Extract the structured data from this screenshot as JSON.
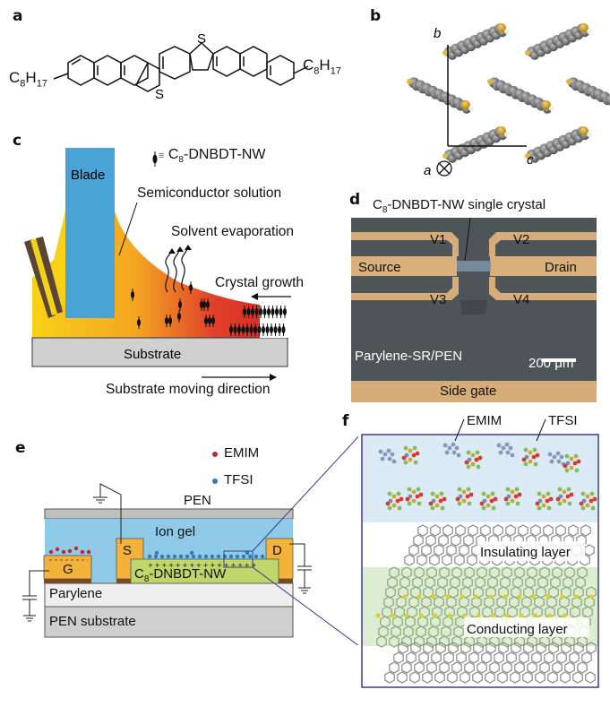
{
  "panels": {
    "a": {
      "label": "a",
      "substituent_left": "C8H17",
      "substituent_right": "C8H17",
      "sulfur_top": "S",
      "sulfur_bottom": "S"
    },
    "b": {
      "label": "b",
      "axis_b": "b",
      "axis_c": "c",
      "axis_a": "a"
    },
    "c": {
      "label": "c",
      "blade": "Blade",
      "legend_molecule": "C8-DNBDT-NW",
      "legend_equiv": "≡",
      "semiconductor_solution": "Semiconductor solution",
      "solvent_evaporation": "Solvent evaporation",
      "crystal_growth": "Crystal growth",
      "substrate": "Substrate",
      "substrate_moving": "Substrate moving direction"
    },
    "d": {
      "label": "d",
      "crystal_label": "C8-DNBDT-NW single crystal",
      "v1": "V1",
      "v2": "V2",
      "v3": "V3",
      "v4": "V4",
      "source": "Source",
      "drain": "Drain",
      "substrate": "Parylene-SR/PEN",
      "scale": "200 μm",
      "side_gate": "Side gate"
    },
    "e": {
      "label": "e",
      "legend_emim": "EMIM",
      "legend_tfsi": "TFSI",
      "pen_top": "PEN",
      "ion_gel": "Ion gel",
      "source": "S",
      "drain": "D",
      "gate": "G",
      "semiconductor": "C8-DNBDT-NW",
      "parylene": "Parylene",
      "pen_substrate": "PEN substrate"
    },
    "f": {
      "label": "f",
      "emim": "EMIM",
      "tfsi": "TFSI",
      "insulating": "Insulating layer",
      "conducting": "Conducting layer"
    }
  },
  "colors": {
    "blade": "#4aa3d6",
    "solution_start": "#f7d117",
    "solution_end": "#e0402a",
    "substrate": "#d0d0d0",
    "ion_gel": "#8fcbe8",
    "electrode": "#f3b33a",
    "semiconductor": "#bed66a",
    "emim": "#c0272d",
    "tfsi": "#2f7bbf",
    "zoom_frame": "#3b3a8e",
    "conducting_band": "#dcedd2",
    "ion_band": "#dbeaf4"
  }
}
